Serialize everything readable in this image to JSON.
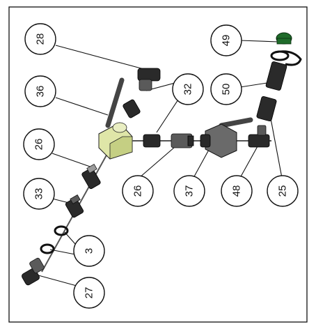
{
  "colors": {
    "frame": "#111111",
    "valve_body": "#dfe6a8",
    "valve_shade": "#c5cf83",
    "cap_green": "#1f6b2a",
    "metal_dark": "#2a2a2a",
    "metal_mid": "#5a5a5a",
    "metal_light": "#9a9a9a"
  },
  "callouts": [
    {
      "id": "c28",
      "label": "28"
    },
    {
      "id": "c36",
      "label": "36"
    },
    {
      "id": "c32",
      "label": "32"
    },
    {
      "id": "c26a",
      "label": "26"
    },
    {
      "id": "c33",
      "label": "33"
    },
    {
      "id": "c3",
      "label": "3"
    },
    {
      "id": "c27",
      "label": "27"
    },
    {
      "id": "c26b",
      "label": "26"
    },
    {
      "id": "c37",
      "label": "37"
    },
    {
      "id": "c48",
      "label": "48"
    },
    {
      "id": "c25",
      "label": "25"
    },
    {
      "id": "c50",
      "label": "50"
    },
    {
      "id": "c49",
      "label": "49"
    }
  ]
}
